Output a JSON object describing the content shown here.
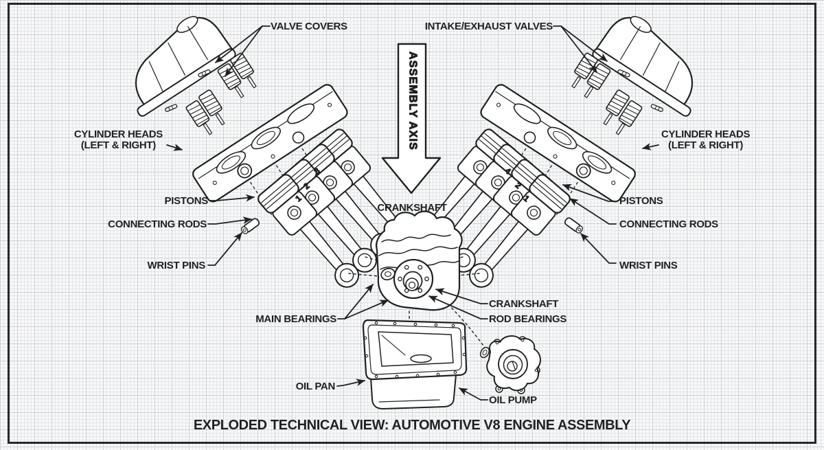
{
  "diagram": {
    "title": "EXPLODED TECHNICAL VIEW: AUTOMOTIVE V8 ENGINE ASSEMBLY",
    "axis_label": "ASSEMBLY AXIS"
  },
  "labels": {
    "valve_covers": "VALVE COVERS",
    "intake_exhaust_valves": "INTAKE/EXHAUST VALVES",
    "cylinder_heads_line1": "CYLINDER HEADS",
    "cylinder_heads_line2": "(LEFT & RIGHT)",
    "pistons": "PISTONS",
    "connecting_rods": "CONNECTING RODS",
    "wrist_pins": "WRIST PINS",
    "crankshaft": "CRANKSHAFT",
    "main_bearings": "MAIN BEARINGS",
    "rod_bearings": "ROD BEARINGS",
    "oil_pan": "OIL PAN",
    "oil_pump": "OIL PUMP"
  },
  "piston_numbers": {
    "left": [
      "3",
      "2",
      "1"
    ],
    "right": [
      "4",
      "2",
      "1"
    ]
  },
  "colors": {
    "ink": "#1f2022",
    "paper": "#f8f8f9",
    "grid_minor": "#e4e6e8",
    "grid_major": "#cdd1d5",
    "frame": "#26282a"
  }
}
